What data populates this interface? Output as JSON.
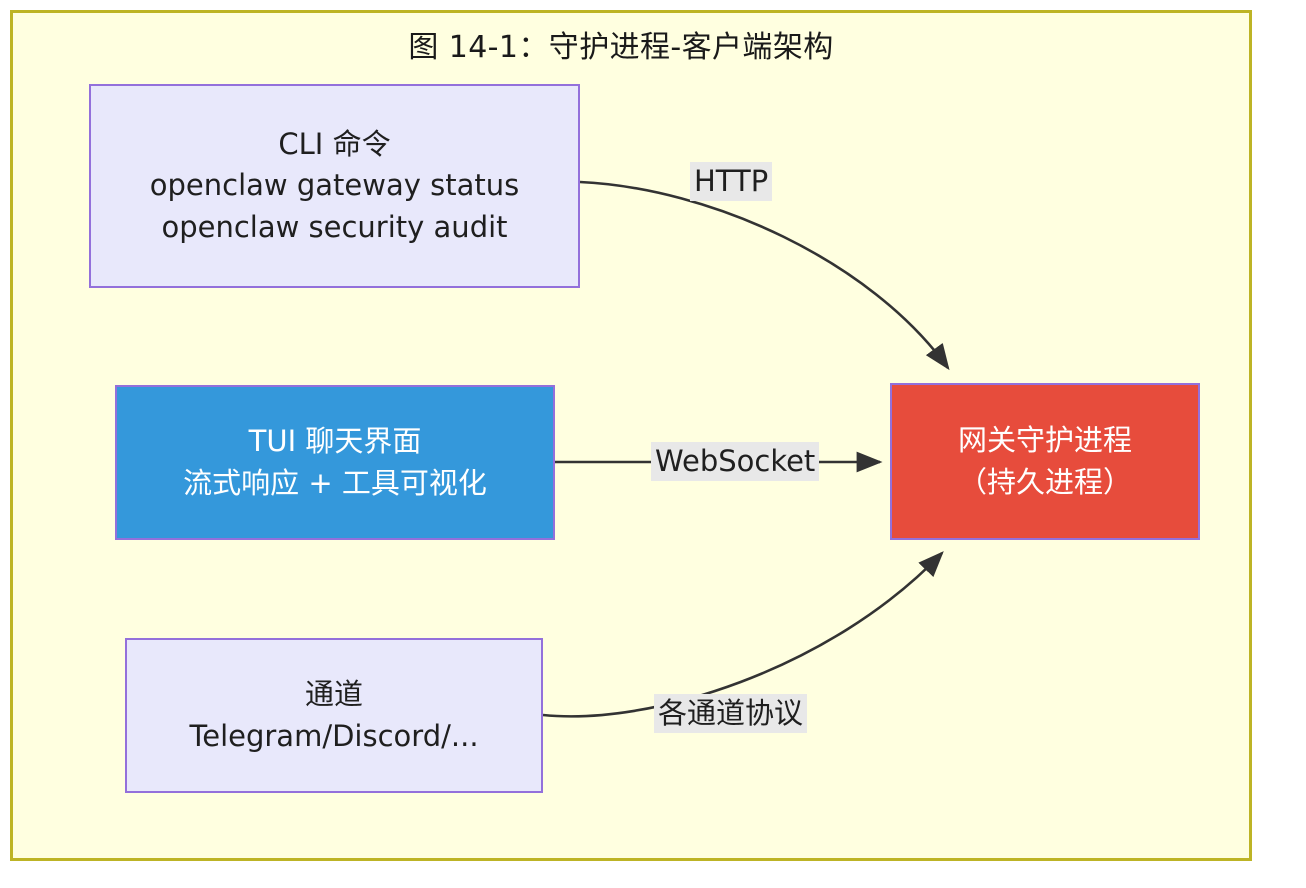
{
  "diagram": {
    "title": "图 14-1：守护进程-客户端架构",
    "type": "flowchart",
    "colors": {
      "frame_border": "#bdb425",
      "frame_background": "#ffffe0",
      "node_border": "#9370db",
      "node_lavender_fill": "#e8e8fb",
      "node_blue_fill": "#3498db",
      "node_red_fill": "#e74c3c",
      "edge_stroke": "#333333",
      "edge_label_background": "#e8e8e8",
      "text_dark": "#1f1f1f",
      "text_light": "#ffffff"
    },
    "nodes": [
      {
        "id": "cli",
        "style": "lavender",
        "lines": [
          "CLI 命令",
          "openclaw gateway status",
          "openclaw security audit"
        ]
      },
      {
        "id": "tui",
        "style": "blue",
        "lines": [
          "TUI 聊天界面",
          "流式响应 + 工具可视化"
        ]
      },
      {
        "id": "channel",
        "style": "lavender",
        "lines": [
          "通道",
          "Telegram/Discord/..."
        ]
      },
      {
        "id": "daemon",
        "style": "red",
        "lines": [
          "网关守护进程",
          "（持久进程）"
        ]
      }
    ],
    "edges": [
      {
        "id": "cli-to-daemon",
        "from": "cli",
        "to": "daemon",
        "label": "HTTP",
        "shape": "curve-down"
      },
      {
        "id": "tui-to-daemon",
        "from": "tui",
        "to": "daemon",
        "label": "WebSocket",
        "shape": "straight"
      },
      {
        "id": "channel-to-daemon",
        "from": "channel",
        "to": "daemon",
        "label": "各通道协议",
        "shape": "curve-up"
      }
    ]
  }
}
